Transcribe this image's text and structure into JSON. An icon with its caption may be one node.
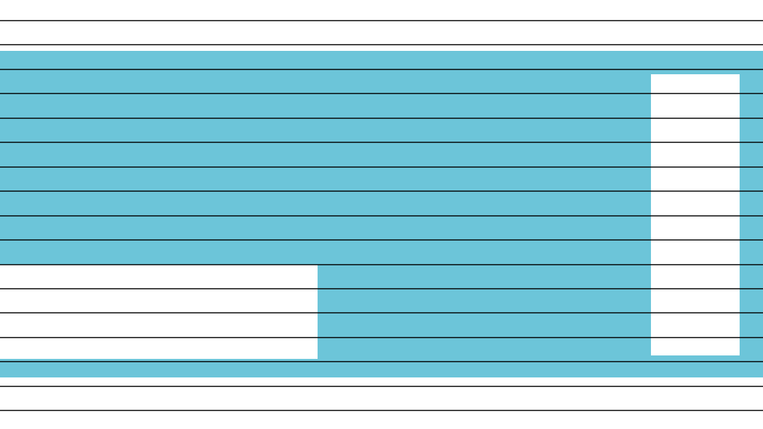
{
  "diagram": {
    "nodes": [
      {
        "text": [],
        "shape": "box"
      },
      {
        "text": [],
        "shape": "box",
        "in": 0
      },
      {
        "text": [],
        "shape": "box",
        "in": 0
      }
    ]
  }
}
